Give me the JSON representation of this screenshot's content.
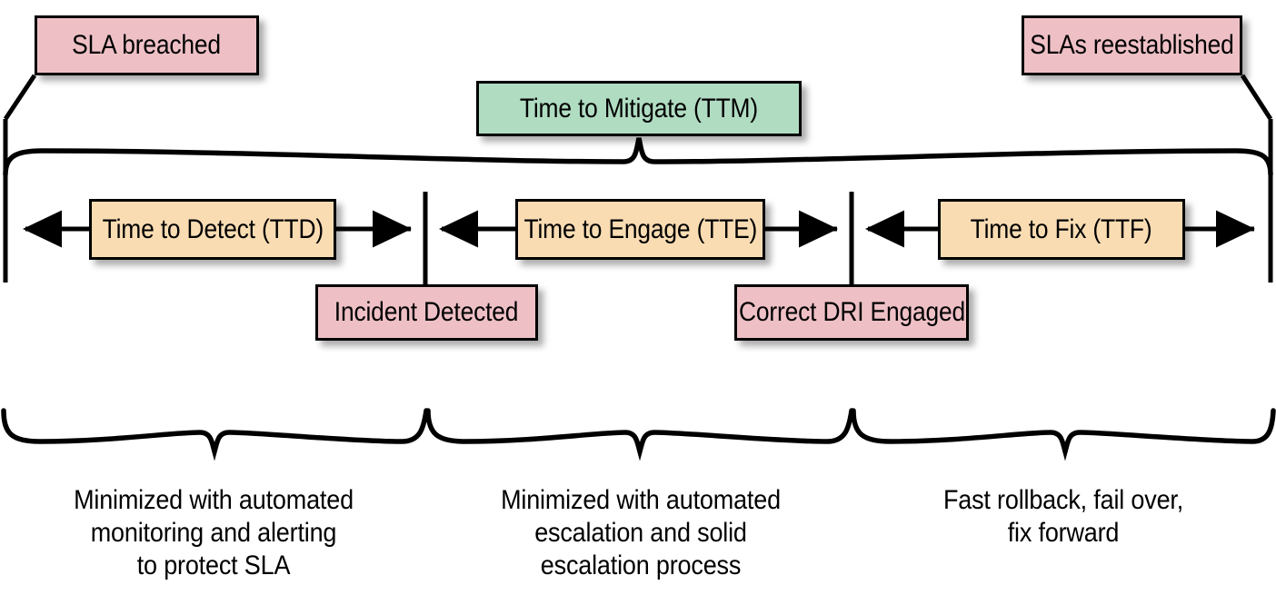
{
  "diagram": {
    "title": "Incident response timeline: TTD, TTE, TTF and TTM",
    "colors": {
      "milestone_fill": "#eec0c6",
      "mitigate_fill": "#b0dcc2",
      "phase_fill": "#fadcb3",
      "stroke": "#000000",
      "background": "#ffffff"
    }
  },
  "milestones": {
    "sla_breached": "SLA breached",
    "slas_reestablished": "SLAs reestablished",
    "incident_detected": "Incident Detected",
    "dri_engaged": "Correct DRI Engaged"
  },
  "spans": {
    "ttm": "Time to Mitigate (TTM)",
    "ttd": "Time to Detect (TTD)",
    "tte": "Time to Engage (TTE)",
    "ttf": "Time to Fix (TTF)"
  },
  "captions": {
    "left": "Minimized with automated\nmonitoring and alerting\nto protect SLA",
    "middle": "Minimized with automated\nescalation and solid\nescalation process",
    "right": "Fast rollback, fail over,\nfix forward"
  }
}
